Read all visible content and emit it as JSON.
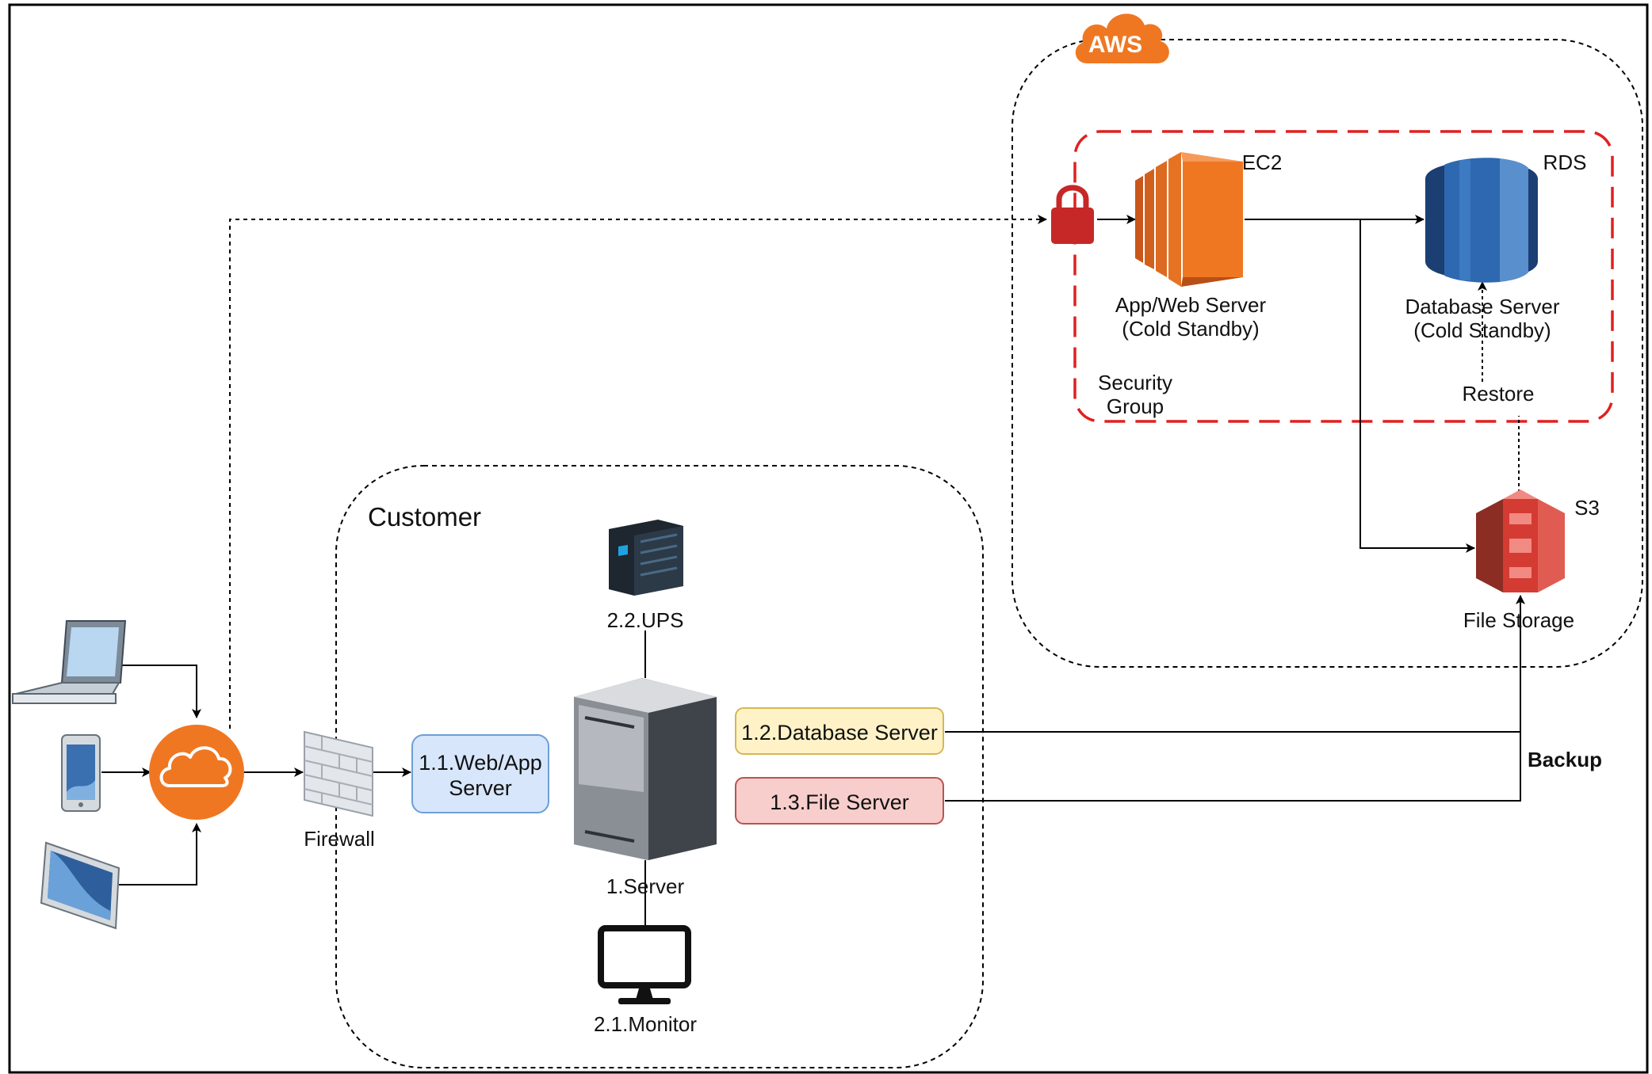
{
  "colors": {
    "aws_orange": "#f07722",
    "security_red": "#e02020",
    "s3_red": "#d43b32",
    "rds_blue": "#2e68b0",
    "web_box_fill": "#d7e6fb",
    "web_box_stroke": "#6d9fd6",
    "db_box_fill": "#fff2c6",
    "db_box_stroke": "#d6b656",
    "file_box_fill": "#f8cecc",
    "file_box_stroke": "#b85450"
  },
  "aws": {
    "badge": "AWS"
  },
  "ec2": {
    "tag": "EC2",
    "label_line1": "App/Web Server",
    "label_line2": "(Cold Standby)"
  },
  "rds": {
    "tag": "RDS",
    "label_line1": "Database Server",
    "label_line2": "(Cold Standby)"
  },
  "security_group": {
    "line1": "Security",
    "line2": "Group"
  },
  "restore": "Restore",
  "s3": {
    "tag": "S3",
    "label": "File Storage"
  },
  "backup": "Backup",
  "customer": {
    "title": "Customer"
  },
  "ups": "2.2.UPS",
  "server": "1.Server",
  "monitor": "2.1.Monitor",
  "firewall": "Firewall",
  "web_app_server": {
    "line1": "1.1.Web/App",
    "line2": "Server"
  },
  "database_server": "1.2.Database Server",
  "file_server": "1.3.File Server",
  "icons": [
    "laptop-icon",
    "phone-icon",
    "tablet-icon",
    "internet-cloud-icon",
    "firewall-icon",
    "server-tower-icon",
    "ups-icon",
    "monitor-icon",
    "lock-icon",
    "ec2-icon",
    "rds-icon",
    "s3-icon",
    "aws-cloud-icon"
  ]
}
